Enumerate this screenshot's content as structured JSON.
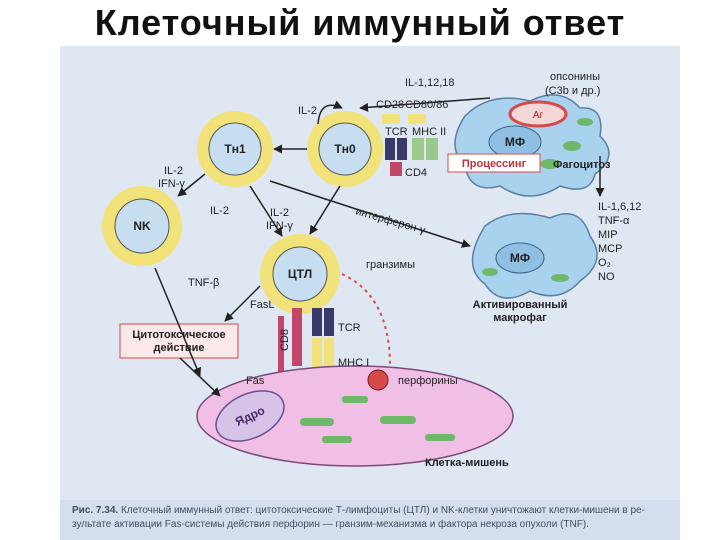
{
  "slide": {
    "title": "Клеточный иммунный ответ"
  },
  "diagram": {
    "cells": {
      "th1": "Тн1",
      "th0": "Тн0",
      "nk": "NK",
      "ctl": "ЦТЛ",
      "mf_top": "МФ",
      "mf_active": "МФ",
      "ag": "Аг",
      "nucleus": "Ядро"
    },
    "labels": {
      "il_1_12_18": "IL-1,12,18",
      "opsonins": "опсонины",
      "c3b": "(C3b и др.)",
      "il2_top": "IL-2",
      "cd28": "CD28",
      "cd80_86": "CD80/86",
      "tcr_top": "TCR",
      "mhc2": "MHC II",
      "processing": "Процессинг",
      "phagocytosis": "Фагоцитоз",
      "cd4": "CD4",
      "il2_ifn_left": "IL-2",
      "ifn_left": "IFN-γ",
      "il2_mid": "IL-2",
      "il2_nk": "IL-2",
      "ifn_mid": "IFN-γ",
      "interferon": "интерферон-γ",
      "il_1_6_12": "IL-1,6,12",
      "tnf_a": "TNF-α",
      "mip": "MIP",
      "mcp": "MCP",
      "o2": "O₂",
      "no": "NO",
      "tnf_b": "TNF-β",
      "granzymes": "гранзимы",
      "fasl": "FasL",
      "cytotoxic_1": "Цитотоксическое",
      "cytotoxic_2": "действие",
      "cd8": "CD8",
      "tcr_bottom": "TCR",
      "mhc1": "MHC I",
      "fas": "Fas",
      "perforins": "перфорины",
      "activated_1": "Активированный",
      "activated_2": "макрофаг",
      "target": "Клетка-мишень"
    }
  },
  "caption": {
    "figure": "Рис. 7.34.",
    "line1": "Клеточный иммунный ответ: цитотоксические Т-лимфоциты (ЦТЛ) и NK-клетки уничтожают клетки-мишени в ре-",
    "line2": "зультате активации Fas-системы действия перфорин — гранзим-механизма и фактора некроза опухоли (TNF)."
  },
  "colors": {
    "lymph_ring": "#f2e27a",
    "lymph_fill": "#c7ddf0",
    "macrophage": "#a9d2ee",
    "target_cell": "#f1bfe6",
    "red_box": "#d84a4a",
    "nucleus_fill": "#d7c2e8"
  }
}
